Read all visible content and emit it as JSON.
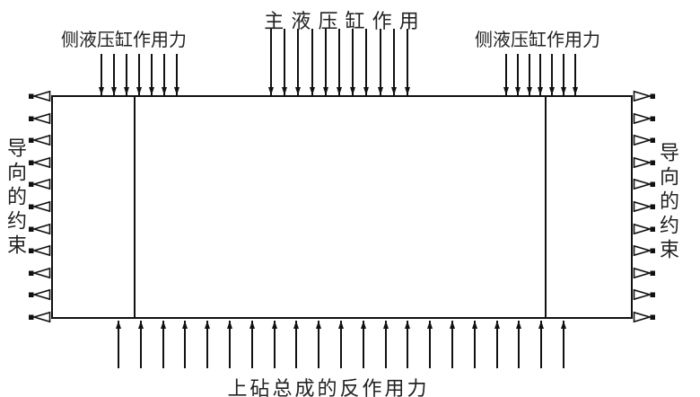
{
  "diagram": {
    "title_semantic": "force-diagram-of-press-upper-beam",
    "labels": {
      "top_center": "主 液 压 缸 作 用",
      "top_left": "侧液压缸作用力",
      "top_right": "侧液压缸作用力",
      "bottom": "上砧总成的反作用力",
      "left": "导向的约束",
      "right": "导向的约束"
    },
    "forces": {
      "top_left_arrow_count": 7,
      "top_center_arrow_count": 11,
      "top_right_arrow_count": 7,
      "bottom_arrow_count": 21,
      "left_constraint_count": 11,
      "right_constraint_count": 11,
      "top_arrow_direction": "down",
      "bottom_arrow_direction": "up"
    },
    "colors": {
      "line": "#111111",
      "text": "#222222",
      "background": "#ffffff"
    }
  }
}
